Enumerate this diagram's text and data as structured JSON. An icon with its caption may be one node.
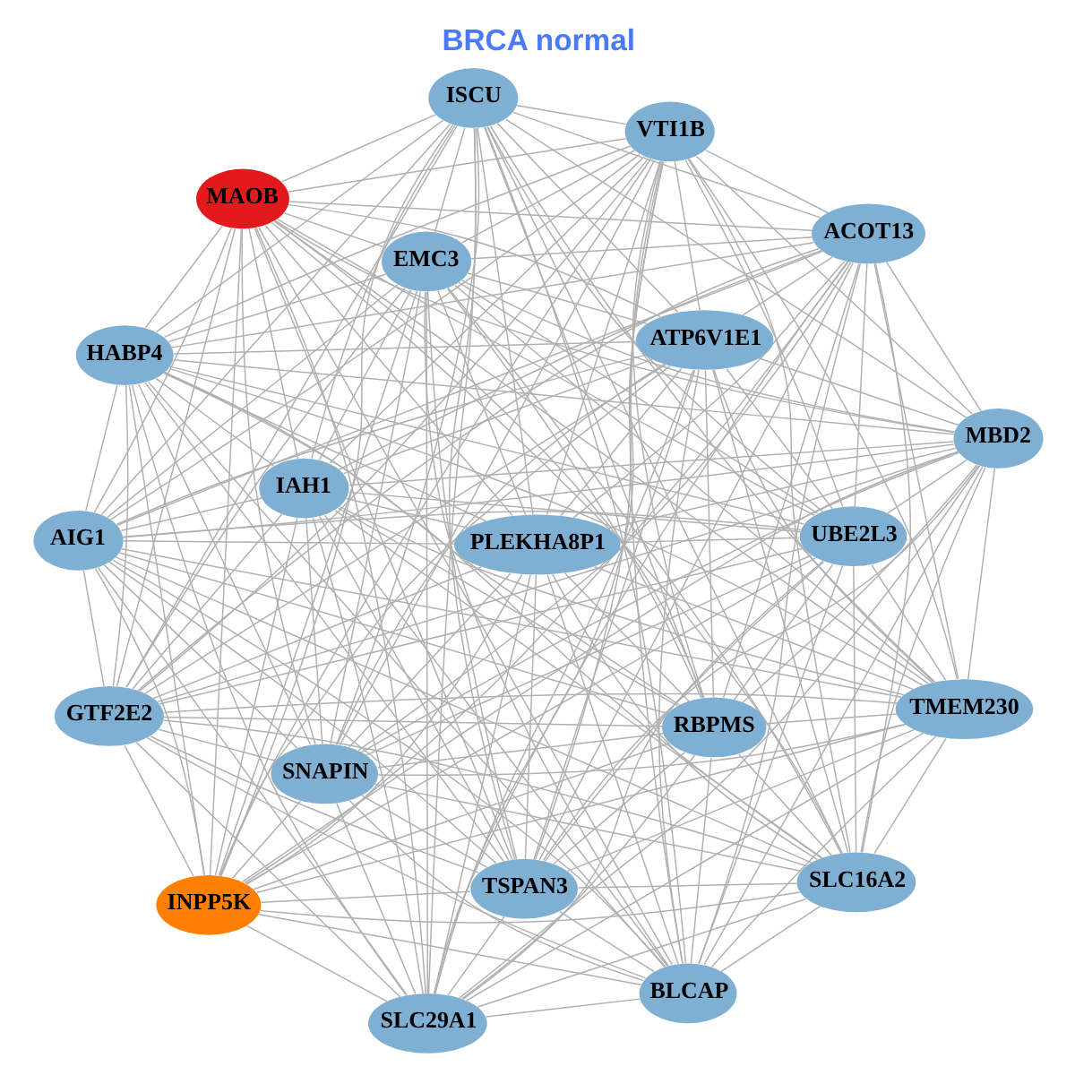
{
  "diagram": {
    "title": "BRCA normal",
    "nodes": [
      {
        "text": [
          "GTF2E2"
        ]
      },
      {
        "text": [
          "UBE2L3"
        ]
      },
      {
        "text": [
          "SLC29A1"
        ]
      },
      {
        "text": [
          "ISCU"
        ]
      },
      {
        "text": [
          "ATP6V1E1"
        ]
      },
      {
        "text": [
          "IAH1"
        ]
      },
      {
        "text": [
          "INPP5K"
        ]
      },
      {
        "text": [
          "TMEM230"
        ]
      },
      {
        "text": [
          "SNAPIN"
        ]
      },
      {
        "text": [
          "BLCAP"
        ]
      },
      {
        "text": [
          "TSPAN3"
        ]
      },
      {
        "text": [
          "AIG1"
        ]
      },
      {
        "text": [
          "MBD2"
        ]
      },
      {
        "text": [
          "ACOT13"
        ]
      },
      {
        "text": [
          "VTI1B"
        ]
      },
      {
        "text": [
          "RBPMS"
        ]
      },
      {
        "text": [
          "SLC16A2"
        ]
      },
      {
        "text": [
          "MAOB"
        ]
      },
      {
        "text": [
          "HABP4"
        ]
      },
      {
        "text": [
          "EMC3"
        ]
      },
      {
        "text": [
          "PLEKHA8P1"
        ]
      }
    ],
    "edges": [
      {
        "from": 0,
        "to": 1,
        "arrow": "none"
      },
      {
        "from": 0,
        "to": 2,
        "arrow": "none"
      },
      {
        "from": 0,
        "to": 3,
        "arrow": "none"
      },
      {
        "from": 0,
        "to": 4,
        "arrow": "none"
      },
      {
        "from": 0,
        "to": 5,
        "arrow": "none"
      },
      {
        "from": 0,
        "to": 6,
        "arrow": "none"
      },
      {
        "from": 0,
        "to": 7,
        "arrow": "none"
      },
      {
        "from": 0,
        "to": 8,
        "arrow": "none"
      },
      {
        "from": 0,
        "to": 9,
        "arrow": "none"
      },
      {
        "from": 0,
        "to": 10,
        "arrow": "none"
      },
      {
        "from": 0,
        "to": 11,
        "arrow": "none"
      },
      {
        "from": 0,
        "to": 12,
        "arrow": "none"
      },
      {
        "from": 0,
        "to": 13,
        "arrow": "none"
      },
      {
        "from": 0,
        "to": 14,
        "arrow": "none"
      },
      {
        "from": 0,
        "to": 15,
        "arrow": "none"
      },
      {
        "from": 0,
        "to": 16,
        "arrow": "none"
      },
      {
        "from": 0,
        "to": 17,
        "arrow": "none"
      },
      {
        "from": 0,
        "to": 18,
        "arrow": "none"
      },
      {
        "from": 0,
        "to": 19,
        "arrow": "none"
      },
      {
        "from": 0,
        "to": 20,
        "arrow": "none"
      },
      {
        "from": 1,
        "to": 2,
        "arrow": "none"
      },
      {
        "from": 1,
        "to": 3,
        "arrow": "none"
      },
      {
        "from": 1,
        "to": 4,
        "arrow": "none"
      },
      {
        "from": 1,
        "to": 5,
        "arrow": "none"
      },
      {
        "from": 1,
        "to": 6,
        "arrow": "none"
      },
      {
        "from": 1,
        "to": 7,
        "arrow": "none"
      },
      {
        "from": 1,
        "to": 8,
        "arrow": "none"
      },
      {
        "from": 1,
        "to": 9,
        "arrow": "none"
      },
      {
        "from": 1,
        "to": 10,
        "arrow": "none"
      },
      {
        "from": 1,
        "to": 11,
        "arrow": "none"
      },
      {
        "from": 1,
        "to": 12,
        "arrow": "none"
      },
      {
        "from": 1,
        "to": 13,
        "arrow": "none"
      },
      {
        "from": 1,
        "to": 14,
        "arrow": "none"
      },
      {
        "from": 1,
        "to": 15,
        "arrow": "none"
      },
      {
        "from": 1,
        "to": 16,
        "arrow": "none"
      },
      {
        "from": 1,
        "to": 17,
        "arrow": "none"
      },
      {
        "from": 1,
        "to": 18,
        "arrow": "none"
      },
      {
        "from": 1,
        "to": 19,
        "arrow": "none"
      },
      {
        "from": 1,
        "to": 20,
        "arrow": "none"
      },
      {
        "from": 2,
        "to": 3,
        "arrow": "none"
      },
      {
        "from": 2,
        "to": 4,
        "arrow": "none"
      },
      {
        "from": 2,
        "to": 5,
        "arrow": "none"
      },
      {
        "from": 2,
        "to": 6,
        "arrow": "none"
      },
      {
        "from": 2,
        "to": 7,
        "arrow": "none"
      },
      {
        "from": 2,
        "to": 8,
        "arrow": "none"
      },
      {
        "from": 2,
        "to": 9,
        "arrow": "none"
      },
      {
        "from": 2,
        "to": 10,
        "arrow": "none"
      },
      {
        "from": 2,
        "to": 11,
        "arrow": "none"
      },
      {
        "from": 2,
        "to": 12,
        "arrow": "none"
      },
      {
        "from": 2,
        "to": 13,
        "arrow": "none"
      },
      {
        "from": 2,
        "to": 14,
        "arrow": "none"
      },
      {
        "from": 2,
        "to": 15,
        "arrow": "none"
      },
      {
        "from": 2,
        "to": 16,
        "arrow": "none"
      },
      {
        "from": 2,
        "to": 17,
        "arrow": "none"
      },
      {
        "from": 2,
        "to": 18,
        "arrow": "none"
      },
      {
        "from": 2,
        "to": 19,
        "arrow": "none"
      },
      {
        "from": 2,
        "to": 20,
        "arrow": "none"
      },
      {
        "from": 3,
        "to": 4,
        "arrow": "none"
      },
      {
        "from": 3,
        "to": 5,
        "arrow": "none"
      },
      {
        "from": 3,
        "to": 6,
        "arrow": "none"
      },
      {
        "from": 3,
        "to": 7,
        "arrow": "none"
      },
      {
        "from": 3,
        "to": 8,
        "arrow": "none"
      },
      {
        "from": 3,
        "to": 9,
        "arrow": "none"
      },
      {
        "from": 3,
        "to": 10,
        "arrow": "none"
      },
      {
        "from": 3,
        "to": 11,
        "arrow": "none"
      },
      {
        "from": 3,
        "to": 12,
        "arrow": "none"
      },
      {
        "from": 3,
        "to": 13,
        "arrow": "none"
      },
      {
        "from": 3,
        "to": 14,
        "arrow": "none"
      },
      {
        "from": 3,
        "to": 15,
        "arrow": "none"
      },
      {
        "from": 3,
        "to": 16,
        "arrow": "none"
      },
      {
        "from": 3,
        "to": 17,
        "arrow": "none"
      },
      {
        "from": 3,
        "to": 18,
        "arrow": "none"
      },
      {
        "from": 3,
        "to": 19,
        "arrow": "none"
      },
      {
        "from": 3,
        "to": 20,
        "arrow": "none"
      },
      {
        "from": 4,
        "to": 5,
        "arrow": "none"
      },
      {
        "from": 4,
        "to": 6,
        "arrow": "none"
      },
      {
        "from": 4,
        "to": 7,
        "arrow": "none"
      },
      {
        "from": 4,
        "to": 8,
        "arrow": "none"
      },
      {
        "from": 4,
        "to": 9,
        "arrow": "none"
      },
      {
        "from": 4,
        "to": 10,
        "arrow": "none"
      },
      {
        "from": 4,
        "to": 11,
        "arrow": "none"
      },
      {
        "from": 4,
        "to": 12,
        "arrow": "none"
      },
      {
        "from": 4,
        "to": 13,
        "arrow": "none"
      },
      {
        "from": 4,
        "to": 14,
        "arrow": "none"
      },
      {
        "from": 4,
        "to": 15,
        "arrow": "none"
      },
      {
        "from": 4,
        "to": 16,
        "arrow": "none"
      },
      {
        "from": 4,
        "to": 17,
        "arrow": "none"
      },
      {
        "from": 4,
        "to": 18,
        "arrow": "none"
      },
      {
        "from": 4,
        "to": 19,
        "arrow": "none"
      },
      {
        "from": 4,
        "to": 20,
        "arrow": "none"
      },
      {
        "from": 5,
        "to": 6,
        "arrow": "none"
      },
      {
        "from": 5,
        "to": 7,
        "arrow": "none"
      },
      {
        "from": 5,
        "to": 8,
        "arrow": "none"
      },
      {
        "from": 5,
        "to": 9,
        "arrow": "none"
      },
      {
        "from": 5,
        "to": 10,
        "arrow": "none"
      },
      {
        "from": 5,
        "to": 11,
        "arrow": "none"
      },
      {
        "from": 5,
        "to": 12,
        "arrow": "none"
      },
      {
        "from": 5,
        "to": 13,
        "arrow": "none"
      },
      {
        "from": 5,
        "to": 14,
        "arrow": "none"
      },
      {
        "from": 5,
        "to": 15,
        "arrow": "none"
      },
      {
        "from": 5,
        "to": 16,
        "arrow": "none"
      },
      {
        "from": 5,
        "to": 17,
        "arrow": "none"
      },
      {
        "from": 5,
        "to": 18,
        "arrow": "none"
      },
      {
        "from": 5,
        "to": 19,
        "arrow": "none"
      },
      {
        "from": 5,
        "to": 20,
        "arrow": "none"
      },
      {
        "from": 6,
        "to": 7,
        "arrow": "none"
      },
      {
        "from": 6,
        "to": 8,
        "arrow": "none"
      },
      {
        "from": 6,
        "to": 9,
        "arrow": "none"
      },
      {
        "from": 6,
        "to": 10,
        "arrow": "none"
      },
      {
        "from": 6,
        "to": 11,
        "arrow": "none"
      },
      {
        "from": 6,
        "to": 12,
        "arrow": "none"
      },
      {
        "from": 6,
        "to": 13,
        "arrow": "none"
      },
      {
        "from": 6,
        "to": 14,
        "arrow": "none"
      },
      {
        "from": 6,
        "to": 15,
        "arrow": "none"
      },
      {
        "from": 6,
        "to": 16,
        "arrow": "none"
      },
      {
        "from": 6,
        "to": 17,
        "arrow": "none"
      },
      {
        "from": 6,
        "to": 18,
        "arrow": "none"
      },
      {
        "from": 6,
        "to": 19,
        "arrow": "none"
      },
      {
        "from": 6,
        "to": 20,
        "arrow": "none"
      },
      {
        "from": 7,
        "to": 8,
        "arrow": "none"
      },
      {
        "from": 7,
        "to": 9,
        "arrow": "none"
      },
      {
        "from": 7,
        "to": 10,
        "arrow": "none"
      },
      {
        "from": 7,
        "to": 11,
        "arrow": "none"
      },
      {
        "from": 7,
        "to": 12,
        "arrow": "none"
      },
      {
        "from": 7,
        "to": 13,
        "arrow": "none"
      },
      {
        "from": 7,
        "to": 14,
        "arrow": "none"
      },
      {
        "from": 7,
        "to": 15,
        "arrow": "none"
      },
      {
        "from": 7,
        "to": 16,
        "arrow": "none"
      },
      {
        "from": 7,
        "to": 17,
        "arrow": "none"
      },
      {
        "from": 7,
        "to": 18,
        "arrow": "none"
      },
      {
        "from": 7,
        "to": 19,
        "arrow": "none"
      },
      {
        "from": 7,
        "to": 20,
        "arrow": "none"
      },
      {
        "from": 8,
        "to": 9,
        "arrow": "none"
      },
      {
        "from": 8,
        "to": 10,
        "arrow": "none"
      },
      {
        "from": 8,
        "to": 11,
        "arrow": "none"
      },
      {
        "from": 8,
        "to": 12,
        "arrow": "none"
      },
      {
        "from": 8,
        "to": 13,
        "arrow": "none"
      },
      {
        "from": 8,
        "to": 14,
        "arrow": "none"
      },
      {
        "from": 8,
        "to": 15,
        "arrow": "none"
      },
      {
        "from": 8,
        "to": 16,
        "arrow": "none"
      },
      {
        "from": 8,
        "to": 17,
        "arrow": "none"
      },
      {
        "from": 8,
        "to": 18,
        "arrow": "none"
      },
      {
        "from": 8,
        "to": 19,
        "arrow": "none"
      },
      {
        "from": 8,
        "to": 20,
        "arrow": "none"
      },
      {
        "from": 9,
        "to": 10,
        "arrow": "none"
      },
      {
        "from": 9,
        "to": 11,
        "arrow": "none"
      },
      {
        "from": 9,
        "to": 12,
        "arrow": "none"
      },
      {
        "from": 9,
        "to": 13,
        "arrow": "none"
      },
      {
        "from": 9,
        "to": 14,
        "arrow": "none"
      },
      {
        "from": 9,
        "to": 15,
        "arrow": "none"
      },
      {
        "from": 9,
        "to": 16,
        "arrow": "none"
      },
      {
        "from": 9,
        "to": 17,
        "arrow": "none"
      },
      {
        "from": 9,
        "to": 18,
        "arrow": "none"
      },
      {
        "from": 9,
        "to": 19,
        "arrow": "none"
      },
      {
        "from": 9,
        "to": 20,
        "arrow": "none"
      },
      {
        "from": 10,
        "to": 11,
        "arrow": "none"
      },
      {
        "from": 10,
        "to": 12,
        "arrow": "none"
      },
      {
        "from": 10,
        "to": 13,
        "arrow": "none"
      },
      {
        "from": 10,
        "to": 14,
        "arrow": "none"
      },
      {
        "from": 10,
        "to": 15,
        "arrow": "none"
      },
      {
        "from": 10,
        "to": 16,
        "arrow": "none"
      },
      {
        "from": 10,
        "to": 17,
        "arrow": "none"
      },
      {
        "from": 10,
        "to": 18,
        "arrow": "none"
      },
      {
        "from": 10,
        "to": 19,
        "arrow": "none"
      },
      {
        "from": 10,
        "to": 20,
        "arrow": "none"
      },
      {
        "from": 11,
        "to": 12,
        "arrow": "none"
      },
      {
        "from": 11,
        "to": 13,
        "arrow": "none"
      },
      {
        "from": 11,
        "to": 14,
        "arrow": "none"
      },
      {
        "from": 11,
        "to": 15,
        "arrow": "none"
      },
      {
        "from": 11,
        "to": 16,
        "arrow": "none"
      },
      {
        "from": 11,
        "to": 17,
        "arrow": "none"
      },
      {
        "from": 11,
        "to": 18,
        "arrow": "none"
      },
      {
        "from": 11,
        "to": 19,
        "arrow": "none"
      },
      {
        "from": 11,
        "to": 20,
        "arrow": "none"
      },
      {
        "from": 12,
        "to": 13,
        "arrow": "none"
      },
      {
        "from": 12,
        "to": 14,
        "arrow": "none"
      },
      {
        "from": 12,
        "to": 15,
        "arrow": "none"
      },
      {
        "from": 12,
        "to": 16,
        "arrow": "none"
      },
      {
        "from": 12,
        "to": 17,
        "arrow": "none"
      },
      {
        "from": 12,
        "to": 18,
        "arrow": "none"
      },
      {
        "from": 12,
        "to": 19,
        "arrow": "none"
      },
      {
        "from": 12,
        "to": 20,
        "arrow": "none"
      },
      {
        "from": 13,
        "to": 14,
        "arrow": "none"
      },
      {
        "from": 13,
        "to": 15,
        "arrow": "none"
      },
      {
        "from": 13,
        "to": 16,
        "arrow": "none"
      },
      {
        "from": 13,
        "to": 17,
        "arrow": "none"
      },
      {
        "from": 13,
        "to": 18,
        "arrow": "none"
      },
      {
        "from": 13,
        "to": 19,
        "arrow": "none"
      },
      {
        "from": 13,
        "to": 20,
        "arrow": "none"
      },
      {
        "from": 14,
        "to": 15,
        "arrow": "none"
      },
      {
        "from": 14,
        "to": 16,
        "arrow": "none"
      },
      {
        "from": 14,
        "to": 17,
        "arrow": "none"
      },
      {
        "from": 14,
        "to": 18,
        "arrow": "none"
      },
      {
        "from": 14,
        "to": 19,
        "arrow": "none"
      },
      {
        "from": 14,
        "to": 20,
        "arrow": "none"
      },
      {
        "from": 15,
        "to": 16,
        "arrow": "none"
      },
      {
        "from": 15,
        "to": 17,
        "arrow": "none"
      },
      {
        "from": 15,
        "to": 18,
        "arrow": "none"
      },
      {
        "from": 15,
        "to": 19,
        "arrow": "none"
      },
      {
        "from": 15,
        "to": 20,
        "arrow": "none"
      },
      {
        "from": 16,
        "to": 17,
        "arrow": "none"
      },
      {
        "from": 16,
        "to": 18,
        "arrow": "none"
      },
      {
        "from": 16,
        "to": 19,
        "arrow": "none"
      },
      {
        "from": 16,
        "to": 20,
        "arrow": "none"
      },
      {
        "from": 17,
        "to": 18,
        "arrow": "none"
      },
      {
        "from": 17,
        "to": 19,
        "arrow": "none"
      },
      {
        "from": 17,
        "to": 20,
        "arrow": "none"
      },
      {
        "from": 18,
        "to": 19,
        "arrow": "none"
      },
      {
        "from": 18,
        "to": 20,
        "arrow": "none"
      },
      {
        "from": 19,
        "to": 20,
        "arrow": "none"
      }
    ]
  }
}
